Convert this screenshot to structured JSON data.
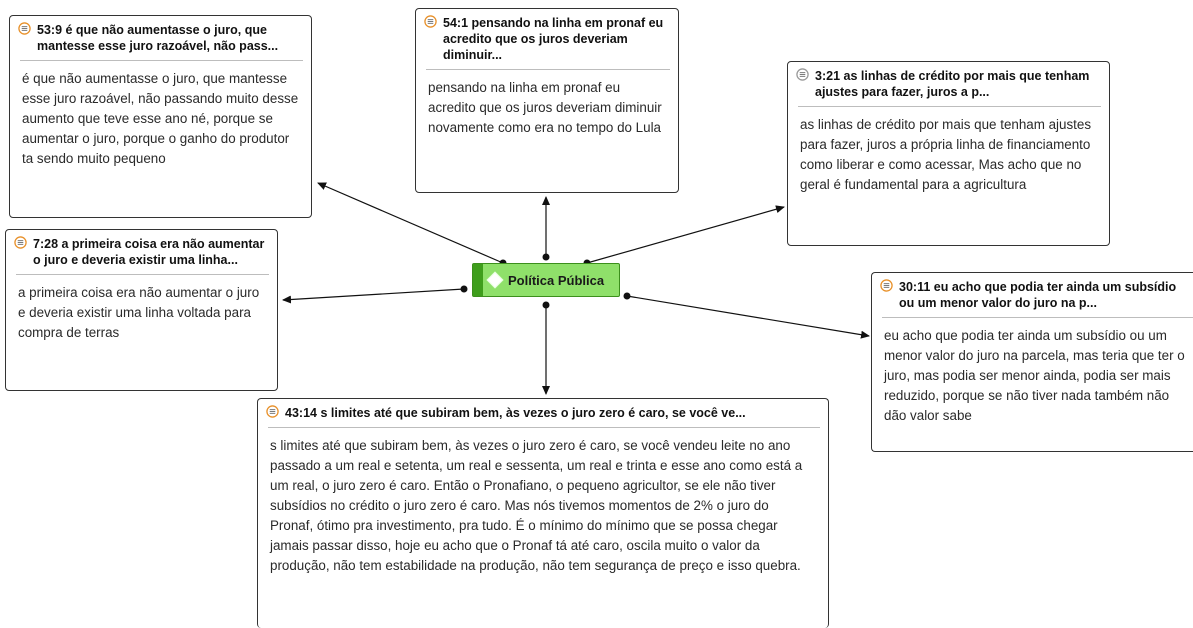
{
  "central_node": {
    "label": "Política Pública"
  },
  "quotations": [
    {
      "title": "53:9 é que não aumentasse o juro, que mantesse esse juro razoável, não pass...",
      "text": "é que não aumentasse o juro, que mantesse esse juro razoável, não passando muito desse aumento que teve esse ano né, porque se aumentar o juro, porque o ganho do produtor ta sendo muito pequeno"
    },
    {
      "title": "54:1 pensando na linha em pronaf eu acredito que os juros deveriam diminuir...",
      "text": "pensando na linha em pronaf eu acredito que os juros deveriam diminuir novamente como era no tempo do Lula"
    },
    {
      "title": "3:21 as linhas de crédito por mais que tenham ajustes para fazer, juros a p...",
      "text": "as linhas de crédito por mais que tenham ajustes para fazer, juros a própria linha de financiamento como liberar e como acessar, Mas acho que no geral é fundamental para a agricultura"
    },
    {
      "title": "7:28 a primeira coisa era não aumentar o juro  e deveria existir uma linha...",
      "text": "a primeira coisa era não aumentar o juro  e deveria existir uma linha voltada para compra de terras"
    },
    {
      "title": "30:11 eu acho que podia ter ainda um subsídio ou um menor valor do juro na p...",
      "text": "eu acho que podia ter ainda um subsídio ou um menor valor do juro na parcela, mas teria que ter o juro, mas podia ser menor ainda, podia ser mais reduzido, porque se não tiver nada também não dão valor sabe"
    },
    {
      "title": "43:14 s limites até que subiram bem, às vezes o juro zero é caro, se você ve...",
      "text": "s limites até que subiram bem, às vezes o juro zero é caro, se você vendeu leite no ano passado a um real e setenta, um real e sessenta, um real e trinta e esse ano como está a um real, o juro zero é caro. Então o Pronafiano, o pequeno agricultor, se ele não tiver subsídios no crédito o juro zero é caro. Mas nós tivemos momentos de 2% o juro do Pronaf, ótimo pra investimento, pra tudo. É o mínimo do mínimo que se possa chegar jamais passar disso, hoje eu acho que o Pronaf tá até caro, oscila muito o valor da produção, não tem estabilidade na produção, não tem segurança de preço e isso quebra."
    }
  ],
  "colors": {
    "node_fill": "#8fe06a",
    "node_stripe": "#3f9e1c",
    "quote_icon": "#e8912b",
    "edge": "#111111"
  }
}
